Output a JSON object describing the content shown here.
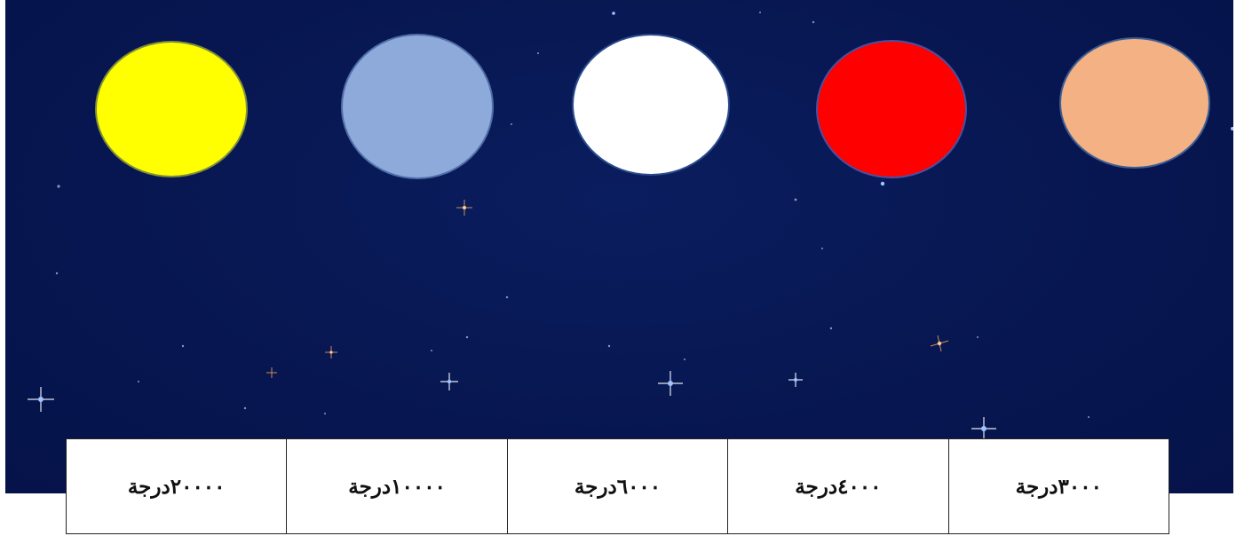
{
  "planets": [
    {
      "name": "yellow",
      "color": "#ffff00"
    },
    {
      "name": "light-blue",
      "color": "#8eaadb"
    },
    {
      "name": "white",
      "color": "#ffffff"
    },
    {
      "name": "red",
      "color": "#ff0000"
    },
    {
      "name": "peach",
      "color": "#f4b183"
    }
  ],
  "temperatures": [
    "٢٠٠٠٠درجة",
    "١٠٠٠٠درجة",
    "٦٠٠٠درجة",
    "٤٠٠٠درجة",
    "٣٠٠٠درجة"
  ],
  "colors": {
    "sky": "#071650",
    "table_border": "#222222"
  }
}
